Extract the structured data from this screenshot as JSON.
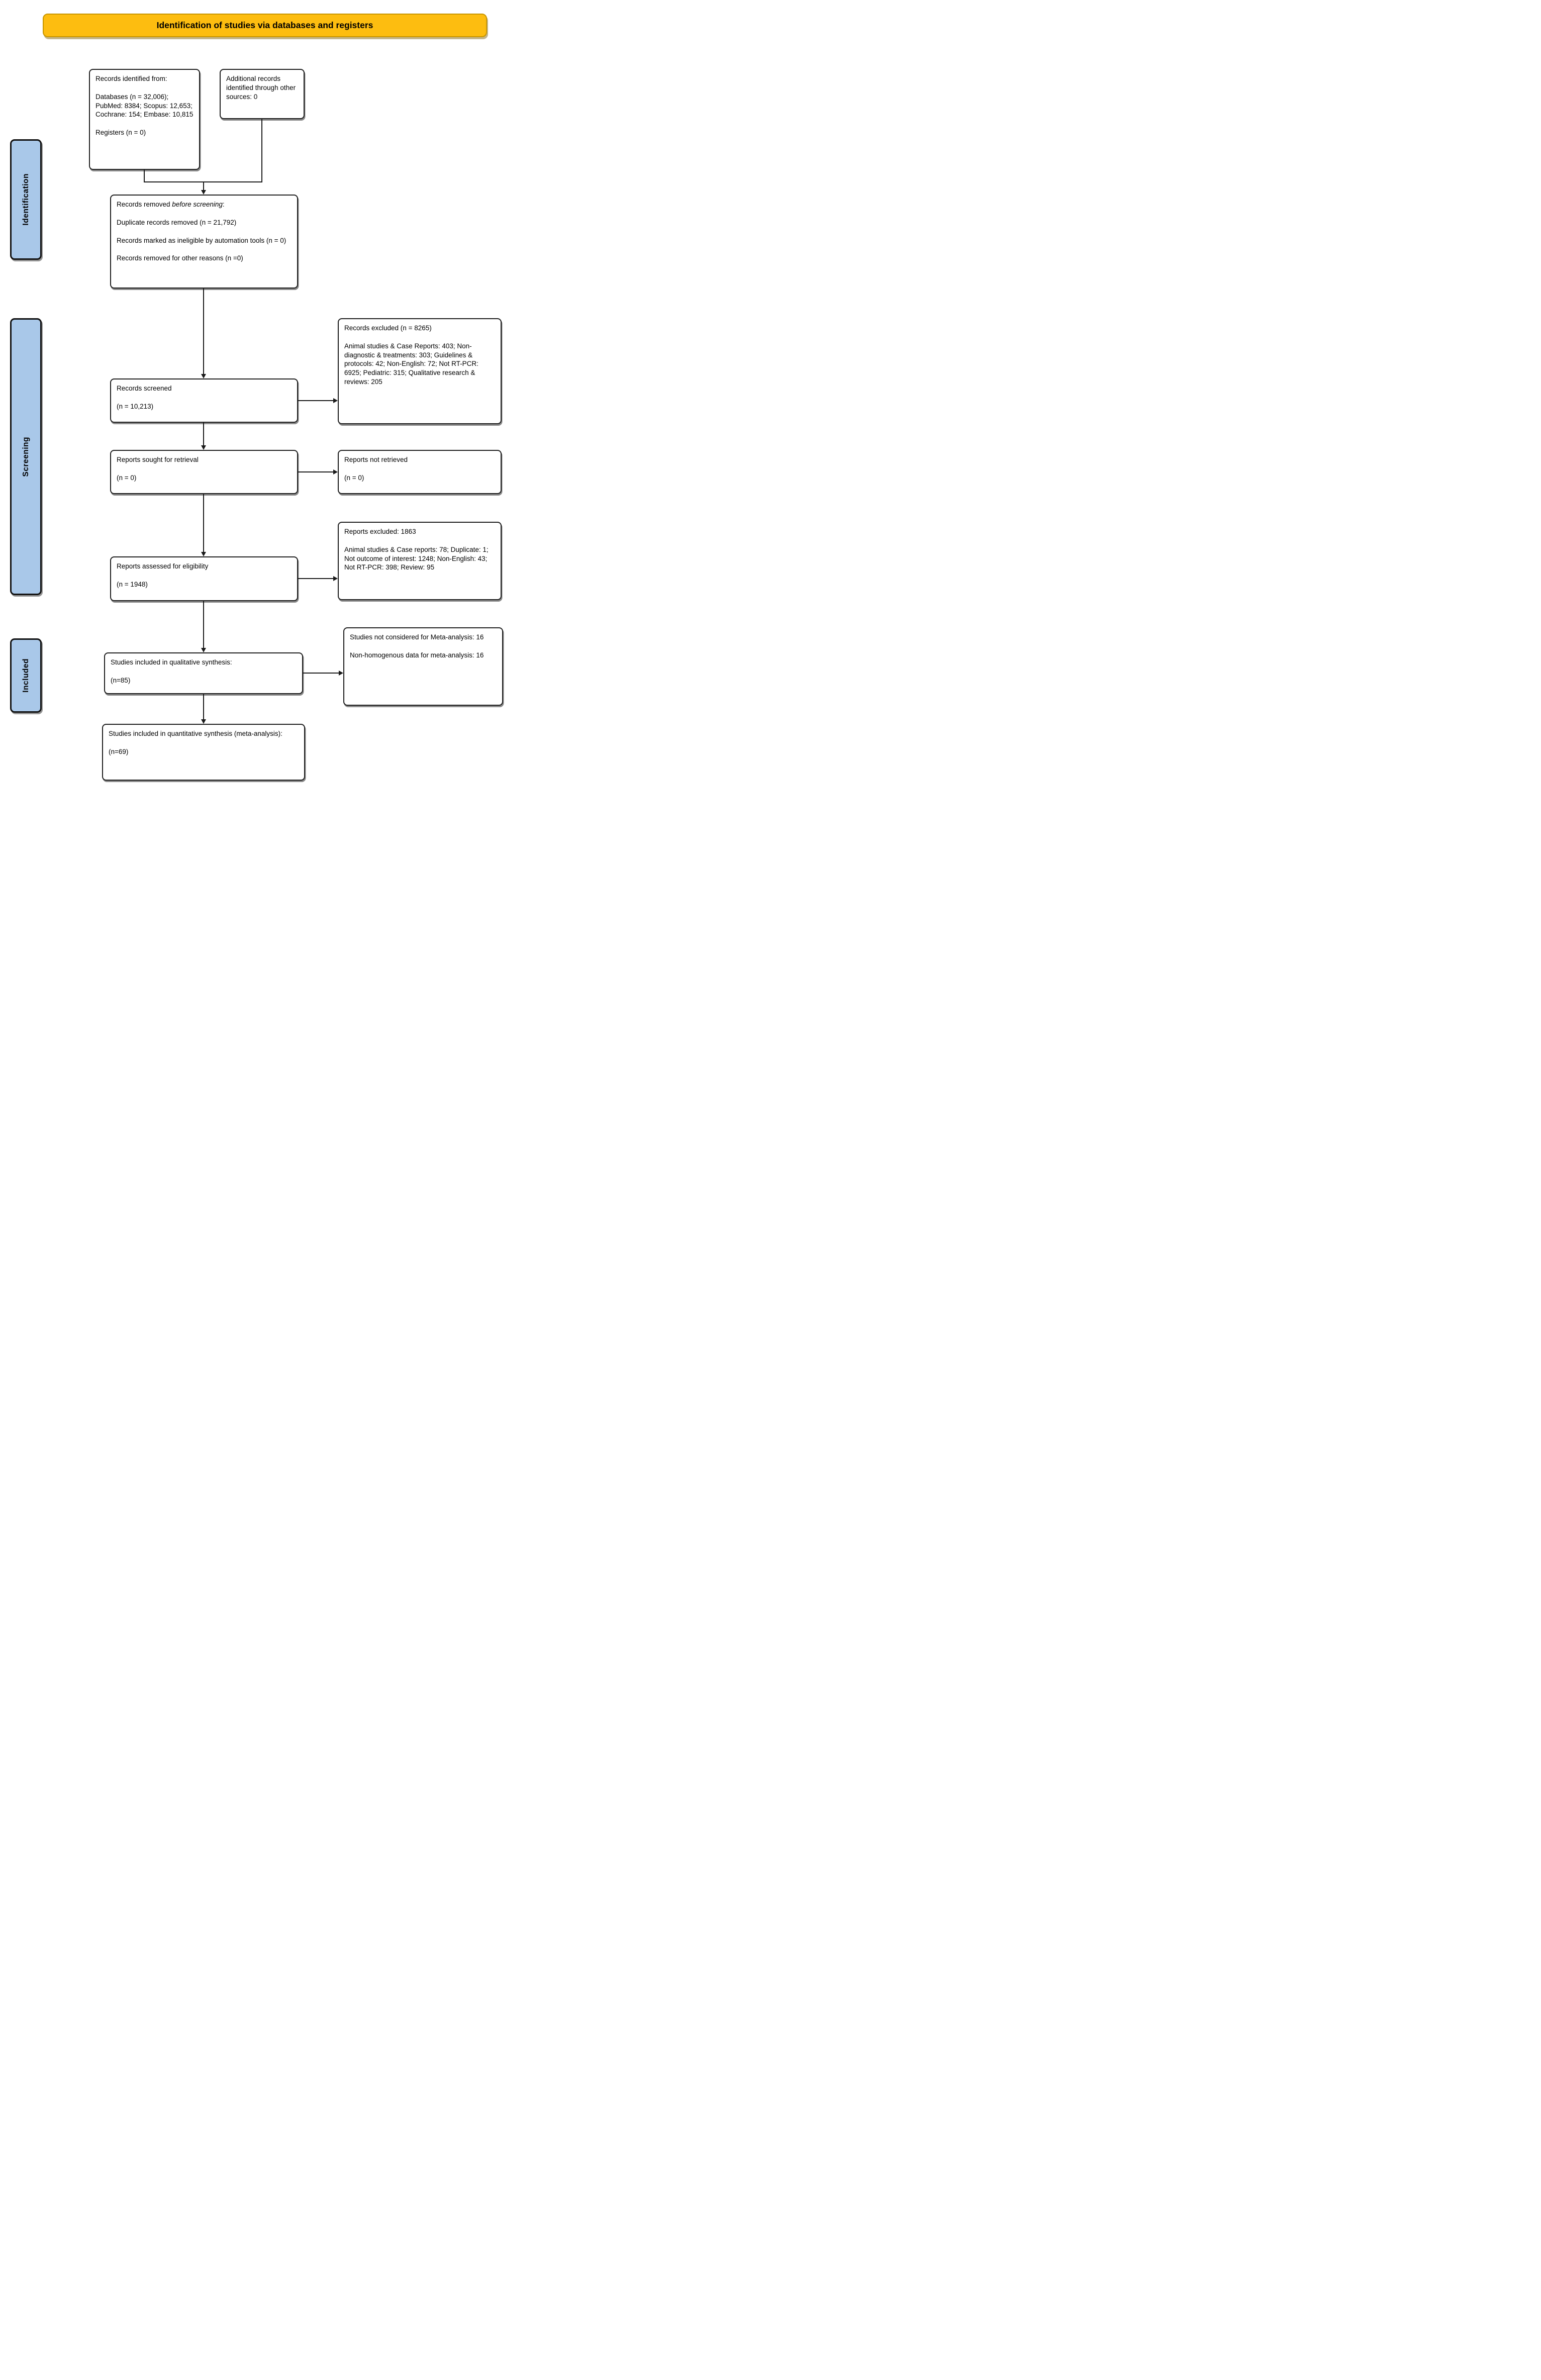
{
  "title": "Identification of studies via databases and registers",
  "stages": {
    "identification": "Identification",
    "screening": "Screening",
    "included": "Included"
  },
  "boxes": {
    "records_identified": {
      "lines": [
        "Records identified from:",
        "Databases (n = 32,006); PubMed: 8384; Scopus: 12,653; Cochrane: 154; Embase: 10,815",
        "Registers (n = 0)"
      ]
    },
    "other_sources": {
      "lines": [
        "Additional records identified through other sources: 0"
      ]
    },
    "records_removed": {
      "heading_prefix": "Records removed ",
      "heading_italic": "before screening",
      "heading_suffix": ":",
      "lines": [
        "Duplicate records removed (n = 21,792)",
        "Records marked as ineligible by automation tools (n = 0)",
        "Records removed for other reasons (n =0)"
      ]
    },
    "records_screened": {
      "lines": [
        "Records screened",
        "(n = 10,213)"
      ]
    },
    "records_excluded": {
      "lines": [
        "Records excluded (n = 8265)",
        "Animal studies & Case Reports: 403; Non-diagnostic & treatments: 303; Guidelines & protocols: 42; Non-English: 72; Not RT-PCR: 6925; Pediatric: 315; Qualitative research & reviews: 205"
      ]
    },
    "reports_sought": {
      "lines": [
        "Reports sought for retrieval",
        "(n = 0)"
      ]
    },
    "reports_not_retrieved": {
      "lines": [
        "Reports not retrieved",
        "(n = 0)"
      ]
    },
    "reports_assessed": {
      "lines": [
        "Reports assessed for eligibility",
        "(n = 1948)"
      ]
    },
    "reports_excluded": {
      "lines": [
        "Reports excluded: 1863",
        "Animal studies & Case reports: 78; Duplicate: 1; Not outcome of interest: 1248; Non-English: 43; Not RT-PCR: 398; Review: 95"
      ]
    },
    "qualitative_synthesis": {
      "lines": [
        "Studies included in qualitative synthesis:",
        "(n=85)"
      ]
    },
    "not_considered_meta": {
      "lines": [
        "Studies not considered for Meta-analysis: 16",
        "Non-homogenous data for meta-analysis: 16"
      ]
    },
    "quantitative_synthesis": {
      "lines": [
        "Studies included in quantitative synthesis (meta-analysis):",
        "(n=69)"
      ]
    }
  },
  "colors": {
    "banner_fill": "#FDBD10",
    "banner_border": "#C89600",
    "stage_fill": "#A9C8E9",
    "line": "#1A1A1A",
    "box_border": "#1F1F1F"
  }
}
